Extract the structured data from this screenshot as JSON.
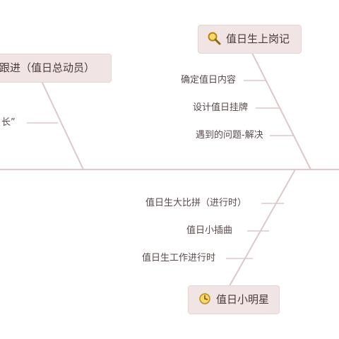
{
  "diagram": {
    "topics": {
      "left_partial": {
        "label": "跟进（值日总动员）"
      },
      "duty_post": {
        "label": "值日生上岗记",
        "icon": "magnifier-icon"
      },
      "duty_star": {
        "label": "值日小明星",
        "icon": "clock-icon"
      }
    },
    "left_leaf_partial": "长”",
    "duty_post_items": [
      "确定值日内容",
      "设计值日挂牌",
      "遇到的问题-解决"
    ],
    "duty_star_items": [
      "值日生大比拼（进行时）",
      "值日小插曲",
      "值日生工作进行时"
    ],
    "colors": {
      "spine": "#dcc8c8",
      "node_fill": "#f0e4e4",
      "text": "#4a3a3a"
    }
  }
}
